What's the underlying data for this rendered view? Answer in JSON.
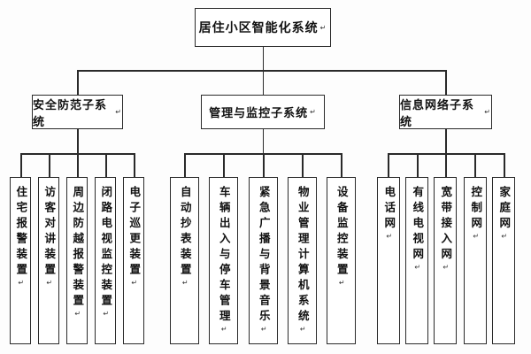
{
  "page": {
    "background": "#fdfdfd"
  },
  "colors": {
    "line": "#2a2a2a",
    "box_border": "#2a2a2a",
    "box_background": "#ffffff",
    "text": "#111111"
  },
  "marks": {
    "return_mark": "↵"
  },
  "tree": {
    "root": "居住小区智能化系统",
    "groups": [
      {
        "label": "安全防范子系统",
        "children": [
          "住宅报警装置",
          "访客对讲装置",
          "周边防越报警装置",
          "闭路电视监控装置",
          "电子巡更装置"
        ]
      },
      {
        "label": "管理与监控子系统",
        "children": [
          "自动抄表装置",
          "车辆出入与停车管理",
          "紧急广播与背景音乐",
          "物业管理计算机系统",
          "设备监控装置"
        ]
      },
      {
        "label": "信息网络子系统",
        "children": [
          "电话网",
          "有线电视网",
          "宽带接入网",
          "控制网",
          "家庭网"
        ]
      }
    ]
  }
}
